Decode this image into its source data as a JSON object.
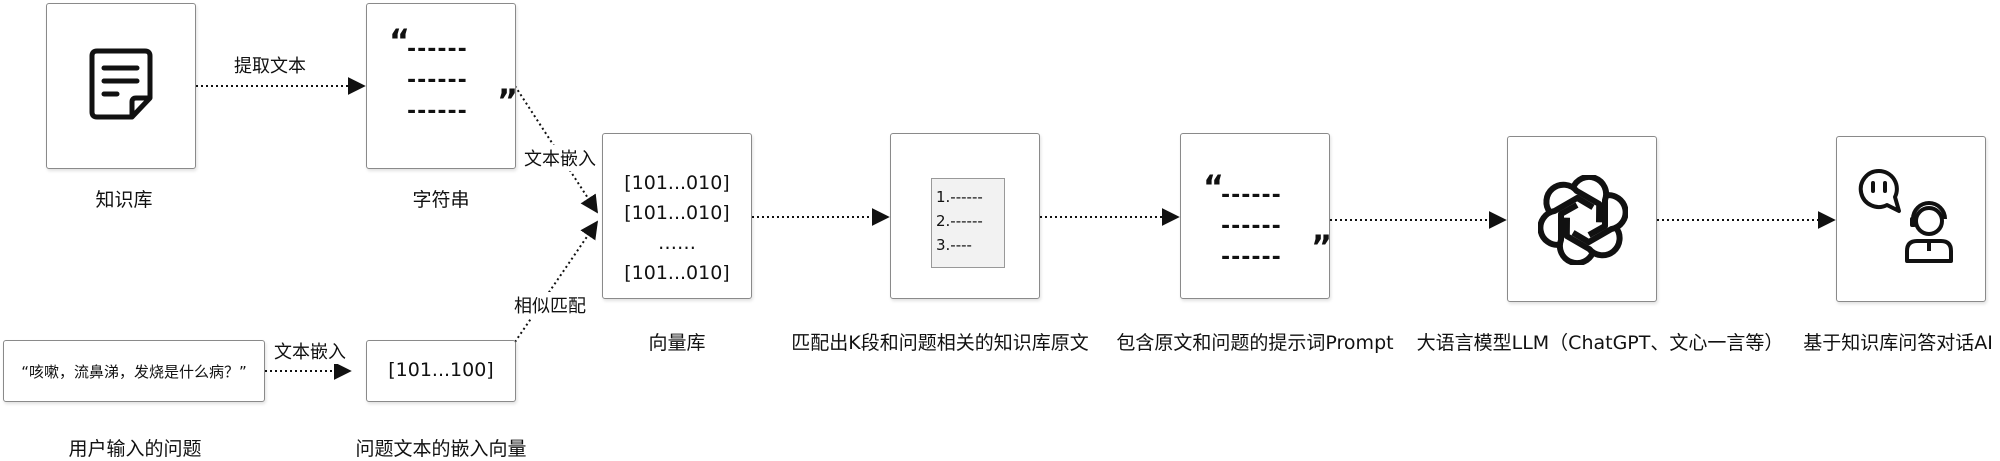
{
  "nodes": {
    "kb": {
      "label": "知识库",
      "icon": "document-icon"
    },
    "string": {
      "label": "字符串",
      "quote_open": "“",
      "quote_close": "”",
      "dash_lines": [
        "------",
        "------",
        "------"
      ]
    },
    "vector_db": {
      "label": "向量库",
      "lines": [
        "[101...010]",
        "[101...010]",
        "……",
        "[101...010]"
      ]
    },
    "matched": {
      "label": "匹配出K段和问题相关的知识库原文",
      "lines": [
        "1.------",
        "2.------",
        "3.----"
      ]
    },
    "prompt": {
      "label": "包含原文和问题的提示词Prompt",
      "quote_open": "“",
      "quote_close": "”",
      "dash_lines": [
        "------",
        "------",
        "------"
      ]
    },
    "llm": {
      "label": "大语言模型LLM（ChatGPT、文心一言等）",
      "icon": "openai-logo-icon"
    },
    "qa": {
      "label": "基于知识库问答对话AI",
      "icon": "chat-support-icon"
    },
    "user_q": {
      "label": "用户输入的问题",
      "text": "“咳嗽，流鼻涕，发烧是什么病？”"
    },
    "q_vec": {
      "label": "问题文本的嵌入向量",
      "text": "[101...100]"
    }
  },
  "edges": {
    "extract": "提取文本",
    "embed_top": "文本嵌入",
    "embed_bottom": "文本嵌入",
    "similar": "相似匹配"
  },
  "colors": {
    "border": "#8a8a8a",
    "arrow": "#111111"
  }
}
